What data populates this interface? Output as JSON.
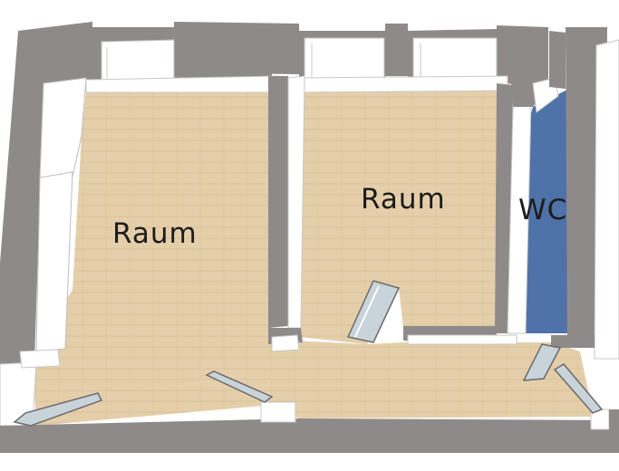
{
  "rooms": [
    {
      "label": "Raum"
    },
    {
      "label": "Raum"
    },
    {
      "label": "WC"
    }
  ],
  "colors": {
    "floor": "#e5cfaa",
    "wall_top": "#8f8a8a",
    "wall_side": "#ffffff",
    "wc_floor": "#4f72a8",
    "door": "#c9d3da"
  },
  "icons": {
    "door": "door-swing-icon",
    "window": "window-icon"
  }
}
